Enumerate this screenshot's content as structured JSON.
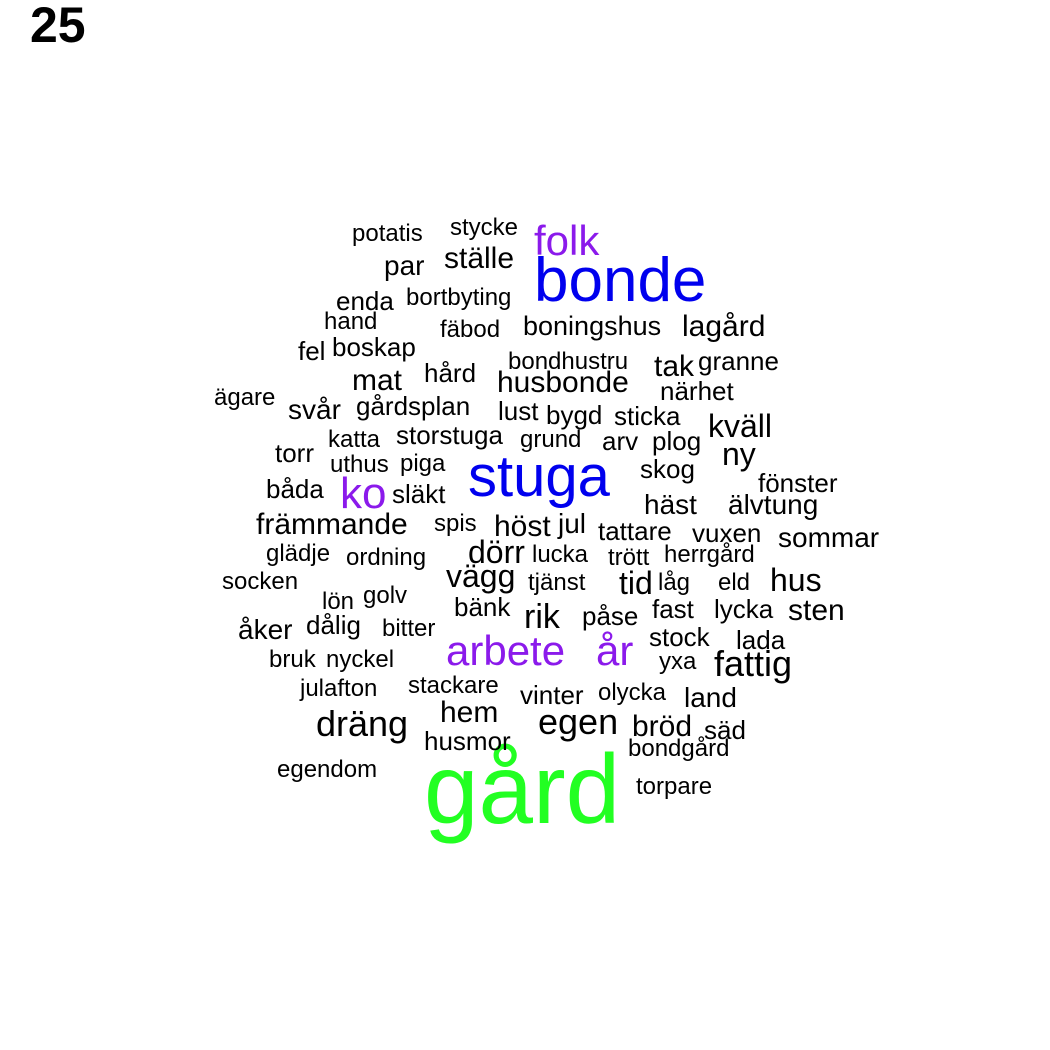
{
  "page_label": "25",
  "colors": {
    "background": "#ffffff",
    "level1": "#22ff22",
    "level2": "#0000ee",
    "level3": "#8b1aeb",
    "level4": "#000000"
  },
  "words": [
    {
      "text": "gård",
      "level": 1
    },
    {
      "text": "bonde",
      "level": 2
    },
    {
      "text": "stuga",
      "level": 2
    },
    {
      "text": "folk",
      "level": 3
    },
    {
      "text": "ko",
      "level": 3
    },
    {
      "text": "arbete",
      "level": 3
    },
    {
      "text": "år",
      "level": 3
    },
    {
      "text": "potatis",
      "level": 4
    },
    {
      "text": "stycke",
      "level": 4
    },
    {
      "text": "ställe",
      "level": 4
    },
    {
      "text": "par",
      "level": 4
    },
    {
      "text": "enda",
      "level": 4
    },
    {
      "text": "bortbyting",
      "level": 4
    },
    {
      "text": "hand",
      "level": 4
    },
    {
      "text": "fäbod",
      "level": 4
    },
    {
      "text": "boningshus",
      "level": 4
    },
    {
      "text": "lagård",
      "level": 4
    },
    {
      "text": "fel",
      "level": 4
    },
    {
      "text": "boskap",
      "level": 4
    },
    {
      "text": "bondhustru",
      "level": 4
    },
    {
      "text": "tak",
      "level": 4
    },
    {
      "text": "granne",
      "level": 4
    },
    {
      "text": "hård",
      "level": 4
    },
    {
      "text": "mat",
      "level": 4
    },
    {
      "text": "husbonde",
      "level": 4
    },
    {
      "text": "närhet",
      "level": 4
    },
    {
      "text": "ägare",
      "level": 4
    },
    {
      "text": "svår",
      "level": 4
    },
    {
      "text": "gårdsplan",
      "level": 4
    },
    {
      "text": "lust",
      "level": 4
    },
    {
      "text": "bygd",
      "level": 4
    },
    {
      "text": "sticka",
      "level": 4
    },
    {
      "text": "kväll",
      "level": 4
    },
    {
      "text": "katta",
      "level": 4
    },
    {
      "text": "storstuga",
      "level": 4
    },
    {
      "text": "grund",
      "level": 4
    },
    {
      "text": "arv",
      "level": 4
    },
    {
      "text": "plog",
      "level": 4
    },
    {
      "text": "torr",
      "level": 4
    },
    {
      "text": "ny",
      "level": 4
    },
    {
      "text": "uthus",
      "level": 4
    },
    {
      "text": "piga",
      "level": 4
    },
    {
      "text": "skog",
      "level": 4
    },
    {
      "text": "båda",
      "level": 4
    },
    {
      "text": "släkt",
      "level": 4
    },
    {
      "text": "fönster",
      "level": 4
    },
    {
      "text": "häst",
      "level": 4
    },
    {
      "text": "älvtung",
      "level": 4
    },
    {
      "text": "främmande",
      "level": 4
    },
    {
      "text": "spis",
      "level": 4
    },
    {
      "text": "höst",
      "level": 4
    },
    {
      "text": "jul",
      "level": 4
    },
    {
      "text": "tattare",
      "level": 4
    },
    {
      "text": "vuxen",
      "level": 4
    },
    {
      "text": "sommar",
      "level": 4
    },
    {
      "text": "glädje",
      "level": 4
    },
    {
      "text": "ordning",
      "level": 4
    },
    {
      "text": "dörr",
      "level": 4
    },
    {
      "text": "lucka",
      "level": 4
    },
    {
      "text": "trött",
      "level": 4
    },
    {
      "text": "herrgård",
      "level": 4
    },
    {
      "text": "socken",
      "level": 4
    },
    {
      "text": "vägg",
      "level": 4
    },
    {
      "text": "tjänst",
      "level": 4
    },
    {
      "text": "tid",
      "level": 4
    },
    {
      "text": "låg",
      "level": 4
    },
    {
      "text": "eld",
      "level": 4
    },
    {
      "text": "hus",
      "level": 4
    },
    {
      "text": "lön",
      "level": 4
    },
    {
      "text": "golv",
      "level": 4
    },
    {
      "text": "bänk",
      "level": 4
    },
    {
      "text": "rik",
      "level": 4
    },
    {
      "text": "påse",
      "level": 4
    },
    {
      "text": "fast",
      "level": 4
    },
    {
      "text": "lycka",
      "level": 4
    },
    {
      "text": "sten",
      "level": 4
    },
    {
      "text": "åker",
      "level": 4
    },
    {
      "text": "dålig",
      "level": 4
    },
    {
      "text": "bitter",
      "level": 4
    },
    {
      "text": "stock",
      "level": 4
    },
    {
      "text": "lada",
      "level": 4
    },
    {
      "text": "bruk",
      "level": 4
    },
    {
      "text": "nyckel",
      "level": 4
    },
    {
      "text": "yxa",
      "level": 4
    },
    {
      "text": "fattig",
      "level": 4
    },
    {
      "text": "julafton",
      "level": 4
    },
    {
      "text": "stackare",
      "level": 4
    },
    {
      "text": "vinter",
      "level": 4
    },
    {
      "text": "olycka",
      "level": 4
    },
    {
      "text": "land",
      "level": 4
    },
    {
      "text": "hem",
      "level": 4
    },
    {
      "text": "dräng",
      "level": 4
    },
    {
      "text": "egen",
      "level": 4
    },
    {
      "text": "bröd",
      "level": 4
    },
    {
      "text": "säd",
      "level": 4
    },
    {
      "text": "husmor",
      "level": 4
    },
    {
      "text": "bondgård",
      "level": 4
    },
    {
      "text": "egendom",
      "level": 4
    },
    {
      "text": "torpare",
      "level": 4
    }
  ]
}
